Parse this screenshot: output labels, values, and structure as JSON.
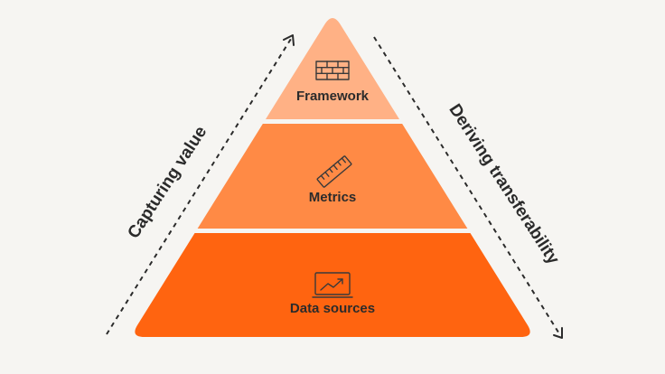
{
  "diagram": {
    "type": "pyramid",
    "tiers": [
      {
        "label": "Framework",
        "icon": "brick-wall-icon",
        "color": "#ffb185"
      },
      {
        "label": "Metrics",
        "icon": "ruler-icon",
        "color": "#ff8a45"
      },
      {
        "label": "Data sources",
        "icon": "chart-monitor-icon",
        "color": "#ff6410"
      }
    ],
    "left_arrow": {
      "label": "Capturing value",
      "direction": "up"
    },
    "right_arrow": {
      "label": "Deriving transferability",
      "direction": "down"
    },
    "background": "#f6f5f2",
    "text_color": "#2b2b2b"
  }
}
